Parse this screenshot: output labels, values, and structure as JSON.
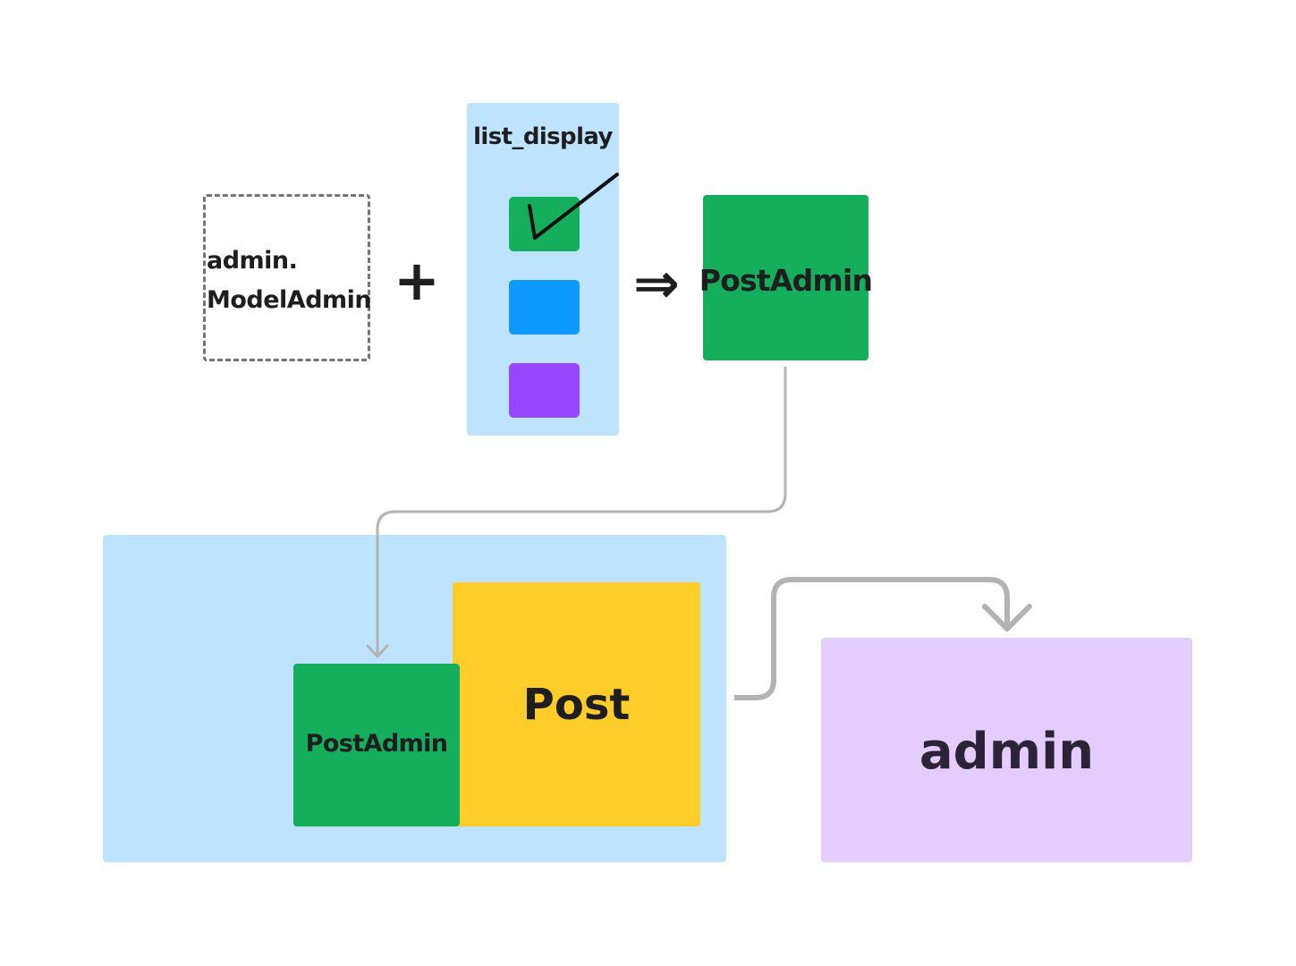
{
  "base_class": {
    "line1": "admin.",
    "line2": "ModelAdmin"
  },
  "plus_symbol": "+",
  "list_display": {
    "title": "list_display",
    "fields": [
      "green-field",
      "blue-field",
      "purple-field"
    ],
    "checked": "green-field"
  },
  "implies_symbol": "⇒",
  "result": {
    "label": "PostAdmin"
  },
  "register": {
    "title": "admin.site.register",
    "model_label": "Post",
    "admin_label": "PostAdmin"
  },
  "target": {
    "label": "admin"
  },
  "colors": {
    "panel_blue": "#bde3ff",
    "green": "#14ae5c",
    "blue": "#0d99ff",
    "purple": "#9747ff",
    "yellow": "#ffcd29",
    "lavender": "#e4ccff",
    "connector": "#b3b3b3",
    "text": "#1e1e1e"
  },
  "icons": {
    "check": "checkmark-icon",
    "plus": "plus-icon",
    "implies": "double-arrow-icon"
  }
}
